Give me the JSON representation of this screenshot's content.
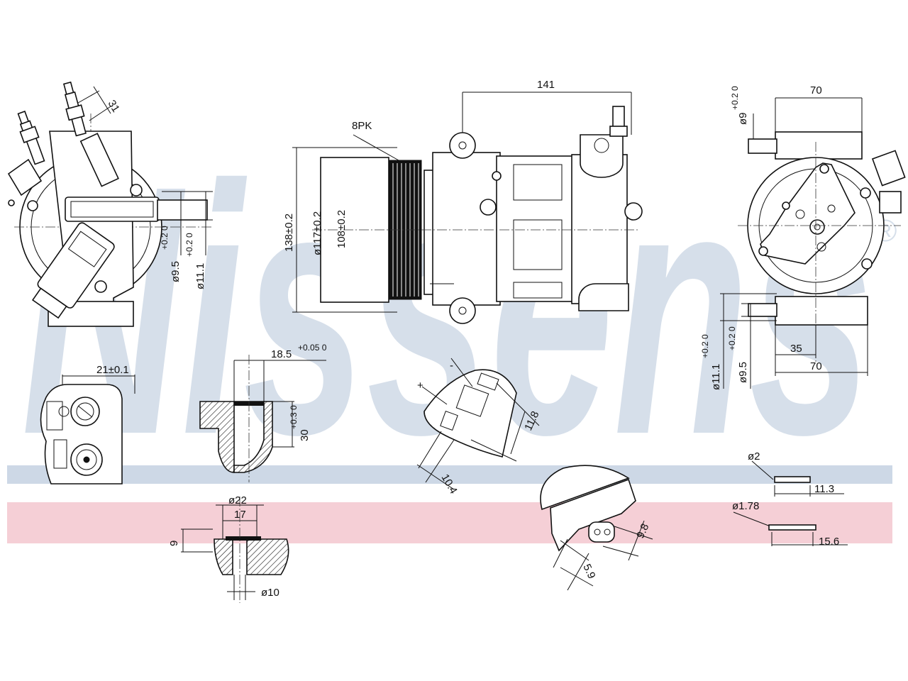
{
  "watermark": {
    "text": "Nissens",
    "registered": "®",
    "color": "#d6dfea"
  },
  "stripes": {
    "blue": "#cdd8e6",
    "pink": "#f5cfd6"
  },
  "dims": {
    "d141": "141",
    "d8pk": "8PK",
    "d138": "138±0.2",
    "d117": "ø117±0.2",
    "d108": "108±0.2",
    "d31": "31",
    "d9_5_left": "ø9.5",
    "d9_5_left_tol": "+0.2 0",
    "d11_1_left": "ø11.1",
    "d11_1_left_tol": "+0.2 0",
    "d70_top": "70",
    "d9_top": "ø9",
    "d9_top_tol": "+0.2 0",
    "d35": "35",
    "d70_bottom": "70",
    "d11_1_right": "ø11.1",
    "d11_1_right_tol": "+0.2 0",
    "d9_5_right": "ø9.5",
    "d9_5_right_tol": "+0.2 0",
    "d21": "21±0.1",
    "d18_5": "18.5",
    "d18_5_tol": "+0.05 0",
    "d30": "30",
    "d30_tol": "+0.3 0",
    "plus": "+",
    "minus": "-",
    "d11_8": "11.8",
    "d10_4": "10.4",
    "d22": "ø22",
    "d17": "17",
    "d9": "9",
    "d10": "ø10",
    "d9_8": "9.8",
    "d5_9": "5.9",
    "d2": "ø2",
    "d11_3": "11.3",
    "d1_78": "ø1.78",
    "d15_6": "15.6"
  }
}
